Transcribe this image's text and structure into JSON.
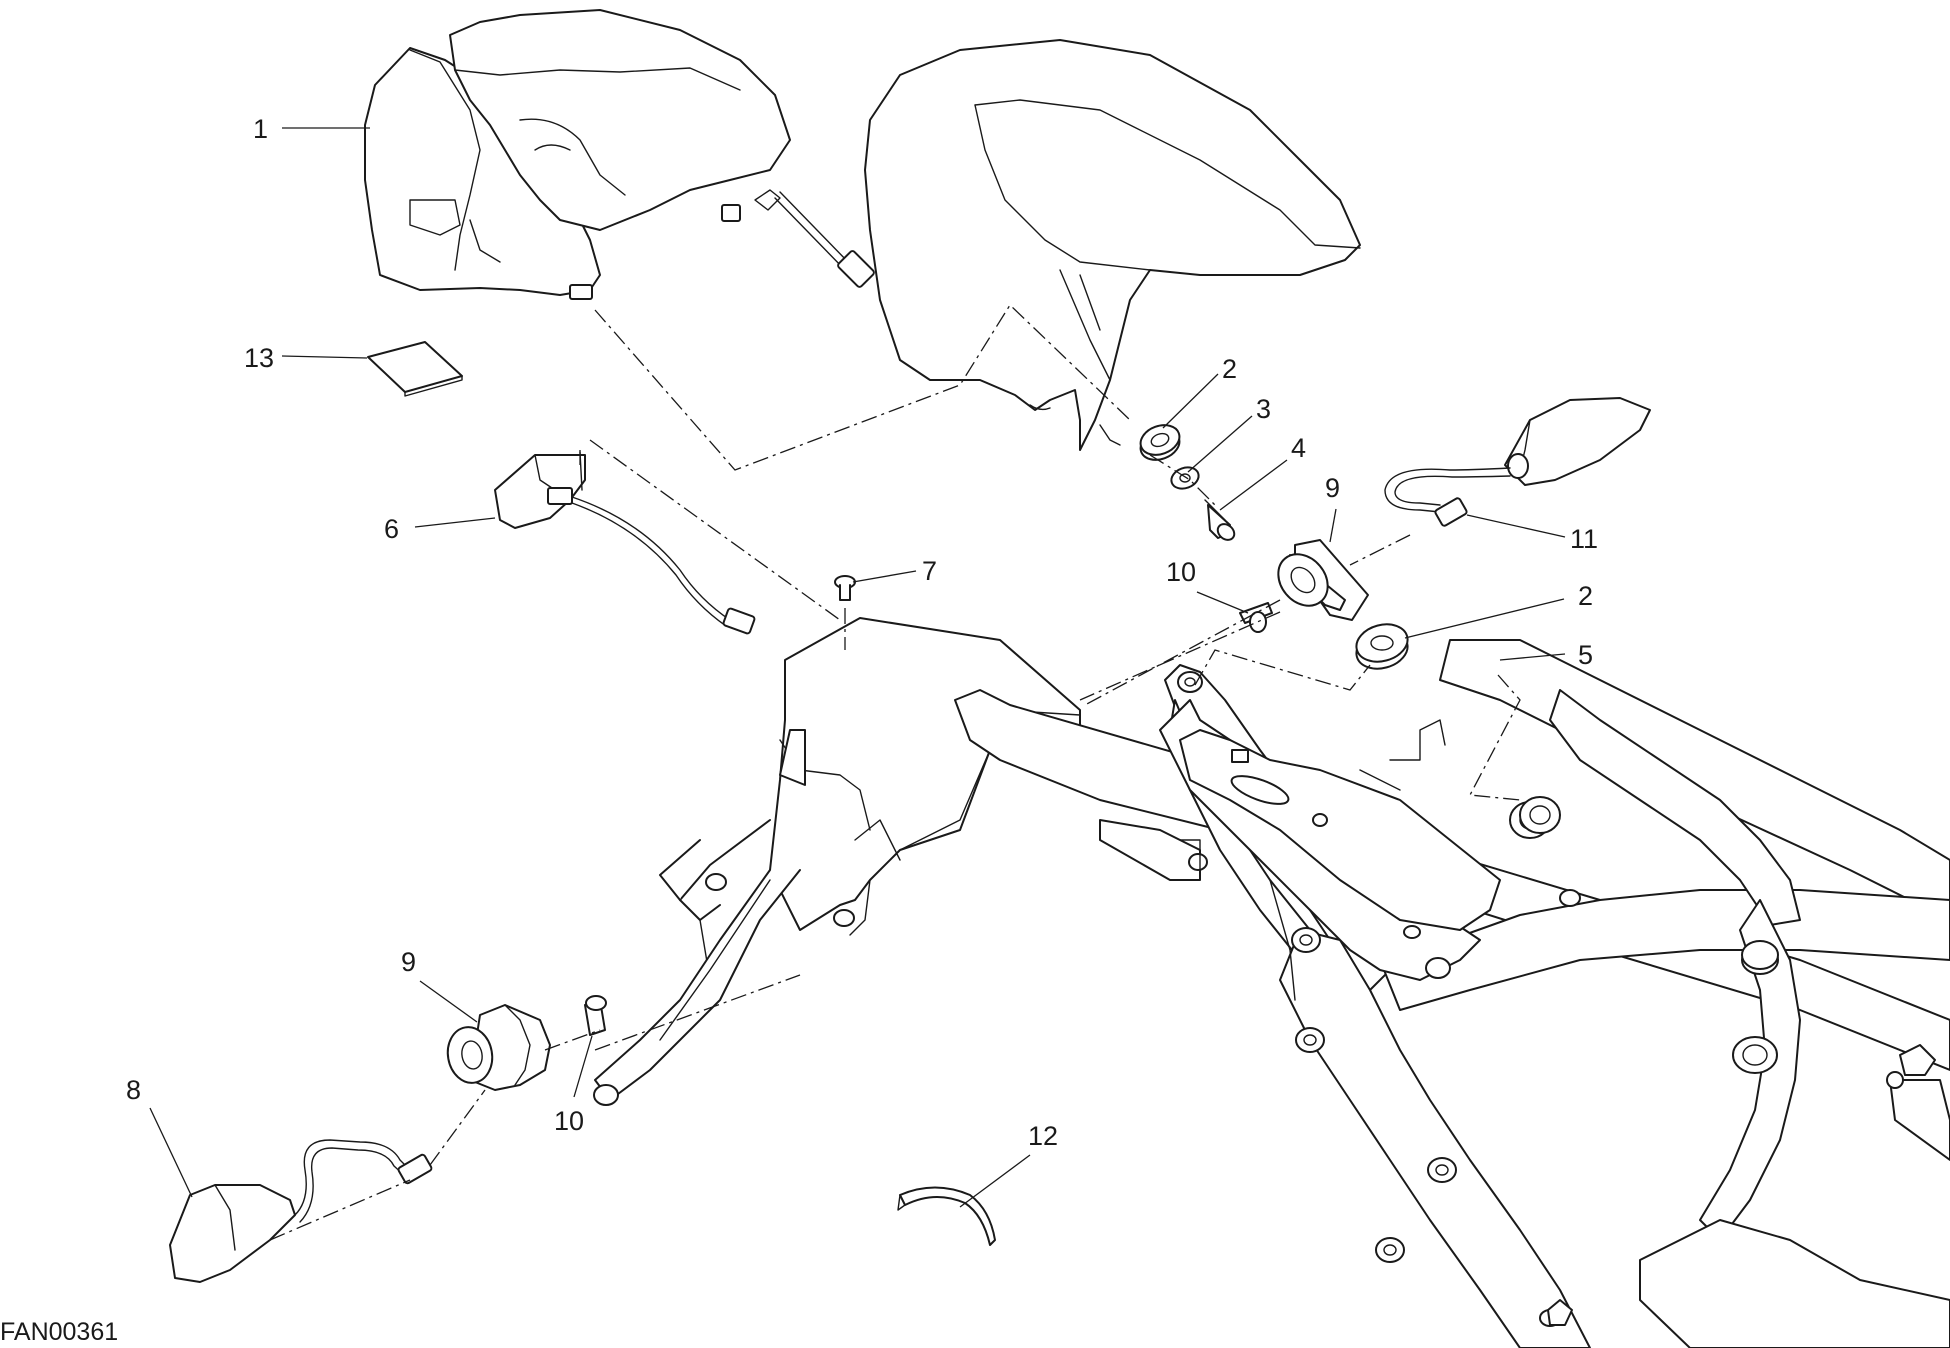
{
  "drawing_code": "FAN00361",
  "callouts": [
    {
      "id": "c1",
      "label": "1"
    },
    {
      "id": "c13",
      "label": "13"
    },
    {
      "id": "c6",
      "label": "6"
    },
    {
      "id": "c7",
      "label": "7"
    },
    {
      "id": "c2a",
      "label": "2"
    },
    {
      "id": "c3",
      "label": "3"
    },
    {
      "id": "c4",
      "label": "4"
    },
    {
      "id": "c9a",
      "label": "9"
    },
    {
      "id": "c11",
      "label": "11"
    },
    {
      "id": "c10a",
      "label": "10"
    },
    {
      "id": "c2b",
      "label": "2"
    },
    {
      "id": "c5",
      "label": "5"
    },
    {
      "id": "c9b",
      "label": "9"
    },
    {
      "id": "c8",
      "label": "8"
    },
    {
      "id": "c10b",
      "label": "10"
    },
    {
      "id": "c12",
      "label": "12"
    }
  ]
}
